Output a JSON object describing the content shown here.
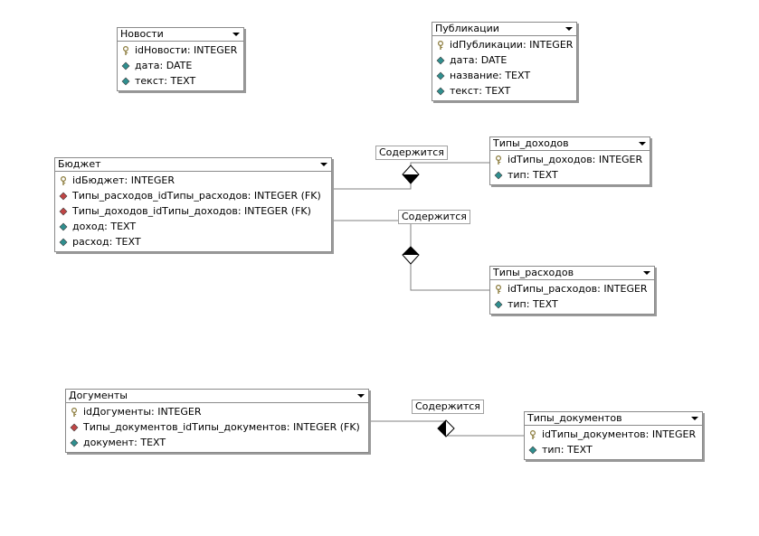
{
  "entities": [
    {
      "id": "news",
      "title": "Новости",
      "attrs": [
        {
          "text": "idНовости: INTEGER",
          "kind": "pk"
        },
        {
          "text": "дата: DATE",
          "kind": "attr"
        },
        {
          "text": "текст: TEXT",
          "kind": "attr"
        }
      ]
    },
    {
      "id": "publications",
      "title": "Публикации",
      "attrs": [
        {
          "text": "idПубликации: INTEGER",
          "kind": "pk"
        },
        {
          "text": "дата: DATE",
          "kind": "attr"
        },
        {
          "text": "название: TEXT",
          "kind": "attr"
        },
        {
          "text": "текст: TEXT",
          "kind": "attr"
        }
      ]
    },
    {
      "id": "budget",
      "title": "Бюджет",
      "attrs": [
        {
          "text": "idБюджет: INTEGER",
          "kind": "pk"
        },
        {
          "text": "Типы_расходов_idТипы_расходов: INTEGER (FK)",
          "kind": "fk"
        },
        {
          "text": "Типы_доходов_idТипы_доходов: INTEGER (FK)",
          "kind": "fk"
        },
        {
          "text": "доход: TEXT",
          "kind": "attr"
        },
        {
          "text": "расход: TEXT",
          "kind": "attr"
        }
      ]
    },
    {
      "id": "income_types",
      "title": "Типы_доходов",
      "attrs": [
        {
          "text": "idТипы_доходов: INTEGER",
          "kind": "pk"
        },
        {
          "text": "тип: TEXT",
          "kind": "attr"
        }
      ]
    },
    {
      "id": "expense_types",
      "title": "Типы_расходов",
      "attrs": [
        {
          "text": "idТипы_расходов: INTEGER",
          "kind": "pk"
        },
        {
          "text": "тип: TEXT",
          "kind": "attr"
        }
      ]
    },
    {
      "id": "documents",
      "title": "Догументы",
      "attrs": [
        {
          "text": "idДогументы: INTEGER",
          "kind": "pk"
        },
        {
          "text": "Типы_документов_idТипы_документов: INTEGER (FK)",
          "kind": "fk"
        },
        {
          "text": "документ: TEXT",
          "kind": "attr"
        }
      ]
    },
    {
      "id": "document_types",
      "title": "Типы_документов",
      "attrs": [
        {
          "text": "idТипы_документов: INTEGER",
          "kind": "pk"
        },
        {
          "text": "тип: TEXT",
          "kind": "attr"
        }
      ]
    }
  ],
  "relationships": [
    {
      "id": "budget-income",
      "label": "Содержится"
    },
    {
      "id": "budget-expense",
      "label": "Содержится"
    },
    {
      "id": "documents-doctypes",
      "label": "Содержится"
    }
  ],
  "colors": {
    "pk_icon": "#8a7a3a",
    "attr_icon": "#2f8f8f",
    "fk_icon": "#c04545",
    "line": "#808080"
  }
}
